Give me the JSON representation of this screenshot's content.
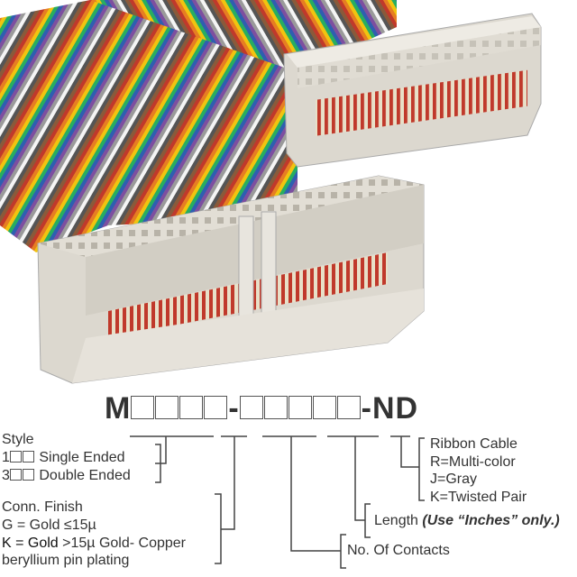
{
  "part_number": {
    "prefix": "M",
    "dash1": "-",
    "suffix": "-ND",
    "group1_boxes": 4,
    "group2_boxes": 5
  },
  "style": {
    "title": "Style",
    "option1_code": "1",
    "option1_label": "Single Ended",
    "option2_code": "3",
    "option2_label": "Double Ended"
  },
  "conn_finish": {
    "title": "Conn. Finish",
    "line1": "G = Gold ≤15µ",
    "line2_bold": "K = Gold",
    "line2_rest": " >15µ Gold- Copper",
    "line3": "beryllium pin plating"
  },
  "contacts": {
    "label": "No. Of Contacts"
  },
  "length": {
    "label": "Length ",
    "note": "(Use “Inches” only.)"
  },
  "ribbon": {
    "title": "Ribbon Cable",
    "options": [
      "R=Multi-color",
      "J=Gray",
      "K=Twisted Pair"
    ]
  },
  "colors": {
    "wires": [
      "#8a5a3a",
      "#c0392b",
      "#e67e22",
      "#f1c40f",
      "#27ae60",
      "#2e5fb0",
      "#7d4fa0",
      "#9a9a9a",
      "#f5f5f5",
      "#333333"
    ],
    "connector": "#dcd8cf"
  }
}
